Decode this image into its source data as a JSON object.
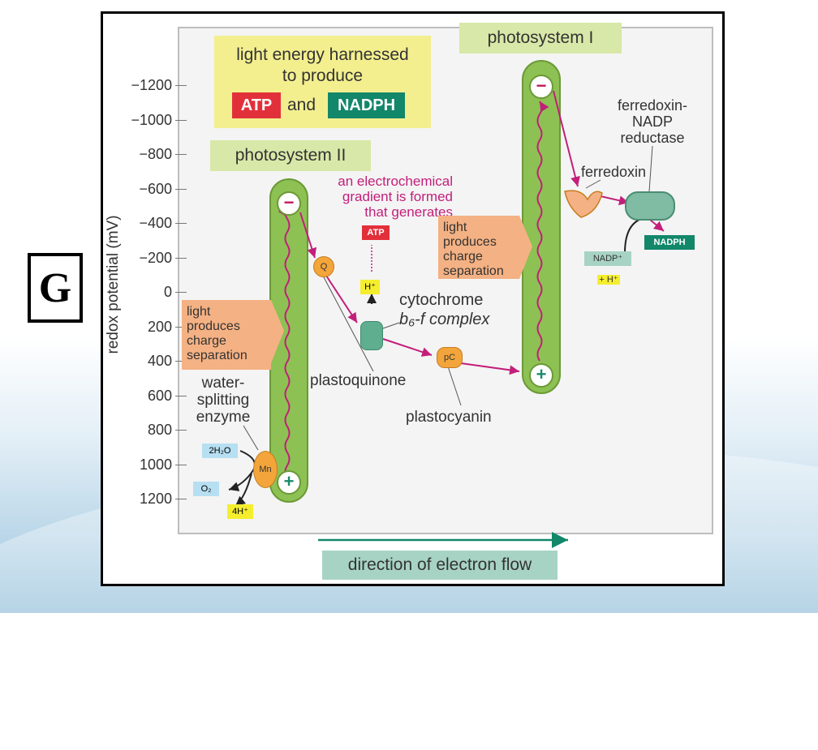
{
  "slide_label": "G",
  "y_axis": {
    "label": "redox potential (mV)",
    "ticks": [
      "−1200",
      "−1000",
      "−800",
      "−600",
      "−400",
      "−200",
      "0",
      "200",
      "400",
      "600",
      "800",
      "1000",
      "1200"
    ]
  },
  "energy_box": {
    "line1": "light energy harnessed",
    "line2": "to produce",
    "atp": "ATP",
    "and": "and",
    "nadph": "NADPH"
  },
  "photosystem_ii": "photosystem II",
  "photosystem_i": "photosystem I",
  "gradient_note": {
    "line1": "an electrochemical",
    "line2": "gradient is formed",
    "line3": "that generates"
  },
  "light_psii": {
    "line1": "light",
    "line2": "produces",
    "line3": "charge",
    "line4": "separation"
  },
  "light_psi": {
    "line1": "light",
    "line2": "produces",
    "line3": "charge",
    "line4": "separation"
  },
  "water_enzyme": {
    "line1": "water-",
    "line2": "splitting",
    "line3": "enzyme"
  },
  "molecules": {
    "mn": "Mn",
    "h2o": "2H₂O",
    "o2": "O₂",
    "h4": "4H⁺",
    "q": "Q",
    "atp_small": "ATP",
    "h_plus": "H⁺",
    "pc": "pC",
    "nadp_plus": "NADP⁺",
    "plus_h": "+ H⁺",
    "nadph_small": "NADPH"
  },
  "labels": {
    "cytochrome_l1": "cytochrome",
    "cytochrome_l2": "b₆-f complex",
    "plastoquinone": "plastoquinone",
    "plastocyanin": "plastocyanin",
    "ferredoxin": "ferredoxin",
    "fnr_l1": "ferredoxin-",
    "fnr_l2": "NADP",
    "fnr_l3": "reductase"
  },
  "signs": {
    "minus": "−",
    "plus": "+"
  },
  "direction": "direction of electron flow",
  "colors": {
    "atp_red": "#e2303a",
    "nadph_green": "#12876a",
    "column_green": "#8dc153",
    "arrow_magenta": "#c21f7a",
    "yellow_box": "#f3ef8f",
    "light_orange": "#f4b183"
  }
}
